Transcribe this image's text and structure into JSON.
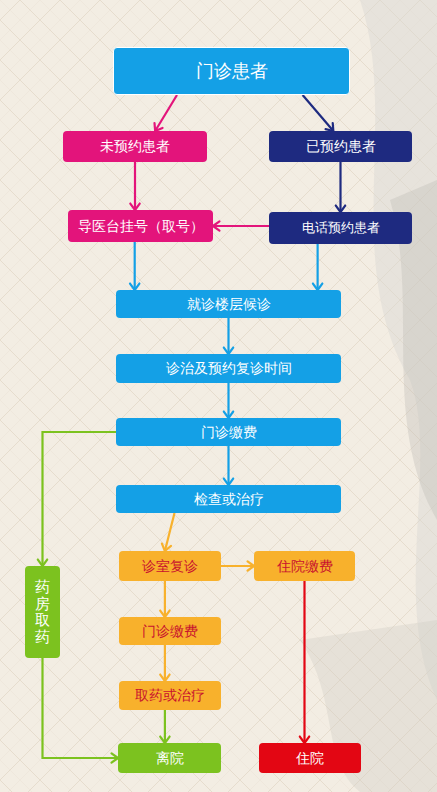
{
  "diagram": {
    "nodes": [
      {
        "text": [
          "门诊患者"
        ]
      },
      {
        "text": [
          "未预约患者"
        ]
      },
      {
        "text": [
          "已预约患者"
        ]
      },
      {
        "text": [
          "导医台挂号（取号）"
        ]
      },
      {
        "text": [
          "电话预约患者"
        ]
      },
      {
        "text": [
          "就诊楼层候诊"
        ]
      },
      {
        "text": [
          "诊治及预约复诊时间"
        ]
      },
      {
        "text": [
          "门诊缴费"
        ]
      },
      {
        "text": [
          "检查或治疗"
        ]
      },
      {
        "text": [
          "药房取药"
        ]
      },
      {
        "text": [
          "诊室复诊"
        ]
      },
      {
        "text": [
          "住院缴费"
        ]
      },
      {
        "text": [
          "门诊缴费"
        ]
      },
      {
        "text": [
          "取药或治疗"
        ]
      },
      {
        "text": [
          "离院"
        ]
      },
      {
        "text": [
          "住院"
        ]
      }
    ],
    "edges": [
      {
        "from": 0,
        "to": 1,
        "arrow": "to"
      },
      {
        "from": 0,
        "to": 2,
        "arrow": "to"
      },
      {
        "from": 1,
        "to": 3,
        "arrow": "to"
      },
      {
        "from": 2,
        "to": 4,
        "arrow": "to"
      },
      {
        "from": 4,
        "to": 3,
        "arrow": "to"
      },
      {
        "from": 3,
        "to": 5,
        "arrow": "to"
      },
      {
        "from": 4,
        "to": 5,
        "arrow": "to"
      },
      {
        "from": 5,
        "to": 6,
        "arrow": "to"
      },
      {
        "from": 6,
        "to": 7,
        "arrow": "to"
      },
      {
        "from": 7,
        "to": 8,
        "arrow": "to"
      },
      {
        "from": 7,
        "to": 9,
        "arrow": "to"
      },
      {
        "from": 8,
        "to": 10,
        "arrow": "to"
      },
      {
        "from": 10,
        "to": 11,
        "arrow": "to"
      },
      {
        "from": 10,
        "to": 12,
        "arrow": "to"
      },
      {
        "from": 12,
        "to": 13,
        "arrow": "to"
      },
      {
        "from": 13,
        "to": 14,
        "arrow": "to"
      },
      {
        "from": 9,
        "to": 14,
        "arrow": "to"
      },
      {
        "from": 11,
        "to": 15,
        "arrow": "to"
      }
    ]
  }
}
